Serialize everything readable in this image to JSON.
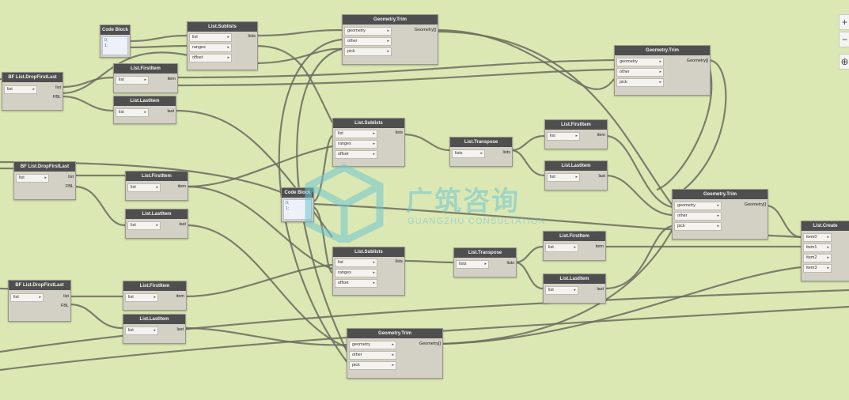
{
  "watermark": {
    "cn": "广筑咨询",
    "en": "GUANGZHU CONSULTATION"
  },
  "zoom": {
    "in": "+",
    "out": "−",
    "fit": "⊕"
  },
  "nodes": {
    "cb1": {
      "title": "Code Block",
      "code": [
        "0;",
        "1;"
      ]
    },
    "dfl1": {
      "title": "BF List.DropFirstLast",
      "in": [
        "list"
      ],
      "out": [
        "list",
        "FBL"
      ]
    },
    "dfl2": {
      "title": "BF List.DropFirstLast",
      "in": [
        "list"
      ],
      "out": [
        "list",
        "FBL"
      ]
    },
    "dfl3": {
      "title": "BF List.DropFirstLast",
      "in": [
        "list"
      ],
      "out": [
        "list",
        "FBL"
      ]
    },
    "sub1": {
      "title": "List.Sublists",
      "in": [
        "list",
        "ranges",
        "offset"
      ],
      "out": [
        "lists"
      ]
    },
    "sub2": {
      "title": "List.Sublists",
      "in": [
        "list",
        "ranges",
        "offset"
      ],
      "out": [
        "lists"
      ]
    },
    "sub3": {
      "title": "List.Sublists",
      "in": [
        "list",
        "ranges",
        "offset"
      ],
      "out": [
        "lists"
      ]
    },
    "fi1": {
      "title": "List.FirstItem",
      "in": [
        "list"
      ],
      "out": [
        "item"
      ]
    },
    "li1": {
      "title": "List.LastItem",
      "in": [
        "list"
      ],
      "out": [
        "last"
      ]
    },
    "fi2": {
      "title": "List.FirstItem",
      "in": [
        "list"
      ],
      "out": [
        "item"
      ]
    },
    "li2": {
      "title": "List.LastItem",
      "in": [
        "list"
      ],
      "out": [
        "last"
      ]
    },
    "fi3": {
      "title": "List.FirstItem",
      "in": [
        "list"
      ],
      "out": [
        "item"
      ]
    },
    "li3": {
      "title": "List.LastItem",
      "in": [
        "list"
      ],
      "out": [
        "last"
      ]
    },
    "fi4": {
      "title": "List.FirstItem",
      "in": [
        "list"
      ],
      "out": [
        "item"
      ]
    },
    "li4": {
      "title": "List.LastItem",
      "in": [
        "list"
      ],
      "out": [
        "last"
      ]
    },
    "fi5": {
      "title": "List.FirstItem",
      "in": [
        "list"
      ],
      "out": [
        "item"
      ]
    },
    "li5": {
      "title": "List.LastItem",
      "in": [
        "list"
      ],
      "out": [
        "last"
      ]
    },
    "gt1": {
      "title": "Geometry.Trim",
      "in": [
        "geometry",
        "other",
        "pick"
      ],
      "out": [
        "Geometry[]"
      ]
    },
    "gt2": {
      "title": "Geometry.Trim",
      "in": [
        "geometry",
        "other",
        "pick"
      ],
      "out": [
        "Geometry[]"
      ]
    },
    "gt3": {
      "title": "Geometry.Trim",
      "in": [
        "geometry",
        "other",
        "pick"
      ],
      "out": [
        "Geometry[]"
      ]
    },
    "gt4": {
      "title": "Geometry.Trim",
      "in": [
        "geometry",
        "other",
        "pick"
      ],
      "out": [
        "Geometry[]"
      ]
    },
    "tr1": {
      "title": "List.Transpose",
      "in": [
        "lists"
      ],
      "out": [
        "lists"
      ]
    },
    "tr2": {
      "title": "List.Transpose",
      "in": [
        "lists"
      ],
      "out": [
        "lists"
      ]
    },
    "cb2": {
      "title": "Code Block",
      "code": [
        "0;",
        "1;"
      ]
    },
    "lc": {
      "title": "List.Create",
      "in": [
        "item0",
        "item1",
        "item2",
        "item3"
      ],
      "out": []
    }
  }
}
